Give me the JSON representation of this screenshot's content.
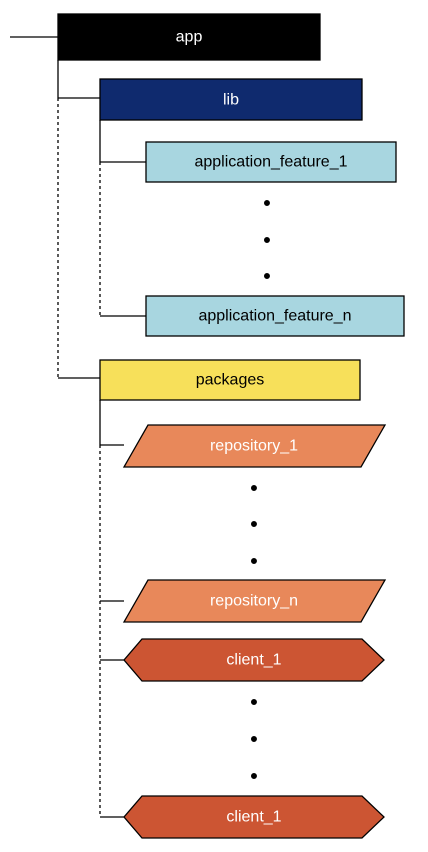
{
  "diagram": {
    "root": {
      "label": "app",
      "fill": "#000000",
      "text_color": "#ffffff",
      "shape": "rectangle"
    },
    "lib": {
      "label": "lib",
      "fill": "#0f2a6e",
      "text_color": "#ffffff",
      "shape": "rectangle",
      "children": [
        {
          "label": "application_feature_1",
          "fill": "#a8d6e0",
          "text_color": "#000000",
          "shape": "rectangle"
        },
        {
          "label": "application_feature_n",
          "fill": "#a8d6e0",
          "text_color": "#000000",
          "shape": "rectangle"
        }
      ]
    },
    "packages": {
      "label": "packages",
      "fill": "#f7e05a",
      "text_color": "#000000",
      "shape": "rectangle",
      "children": [
        {
          "label": "repository_1",
          "fill": "#e8885a",
          "text_color": "#ffffff",
          "shape": "parallelogram"
        },
        {
          "label": "repository_n",
          "fill": "#e8885a",
          "text_color": "#ffffff",
          "shape": "parallelogram"
        },
        {
          "label": "client_1",
          "fill": "#cc5533",
          "text_color": "#ffffff",
          "shape": "hexagon-slant"
        },
        {
          "label": "client_1",
          "fill": "#cc5533",
          "text_color": "#ffffff",
          "shape": "hexagon-slant"
        }
      ]
    },
    "ellipsis_marker": "•"
  }
}
